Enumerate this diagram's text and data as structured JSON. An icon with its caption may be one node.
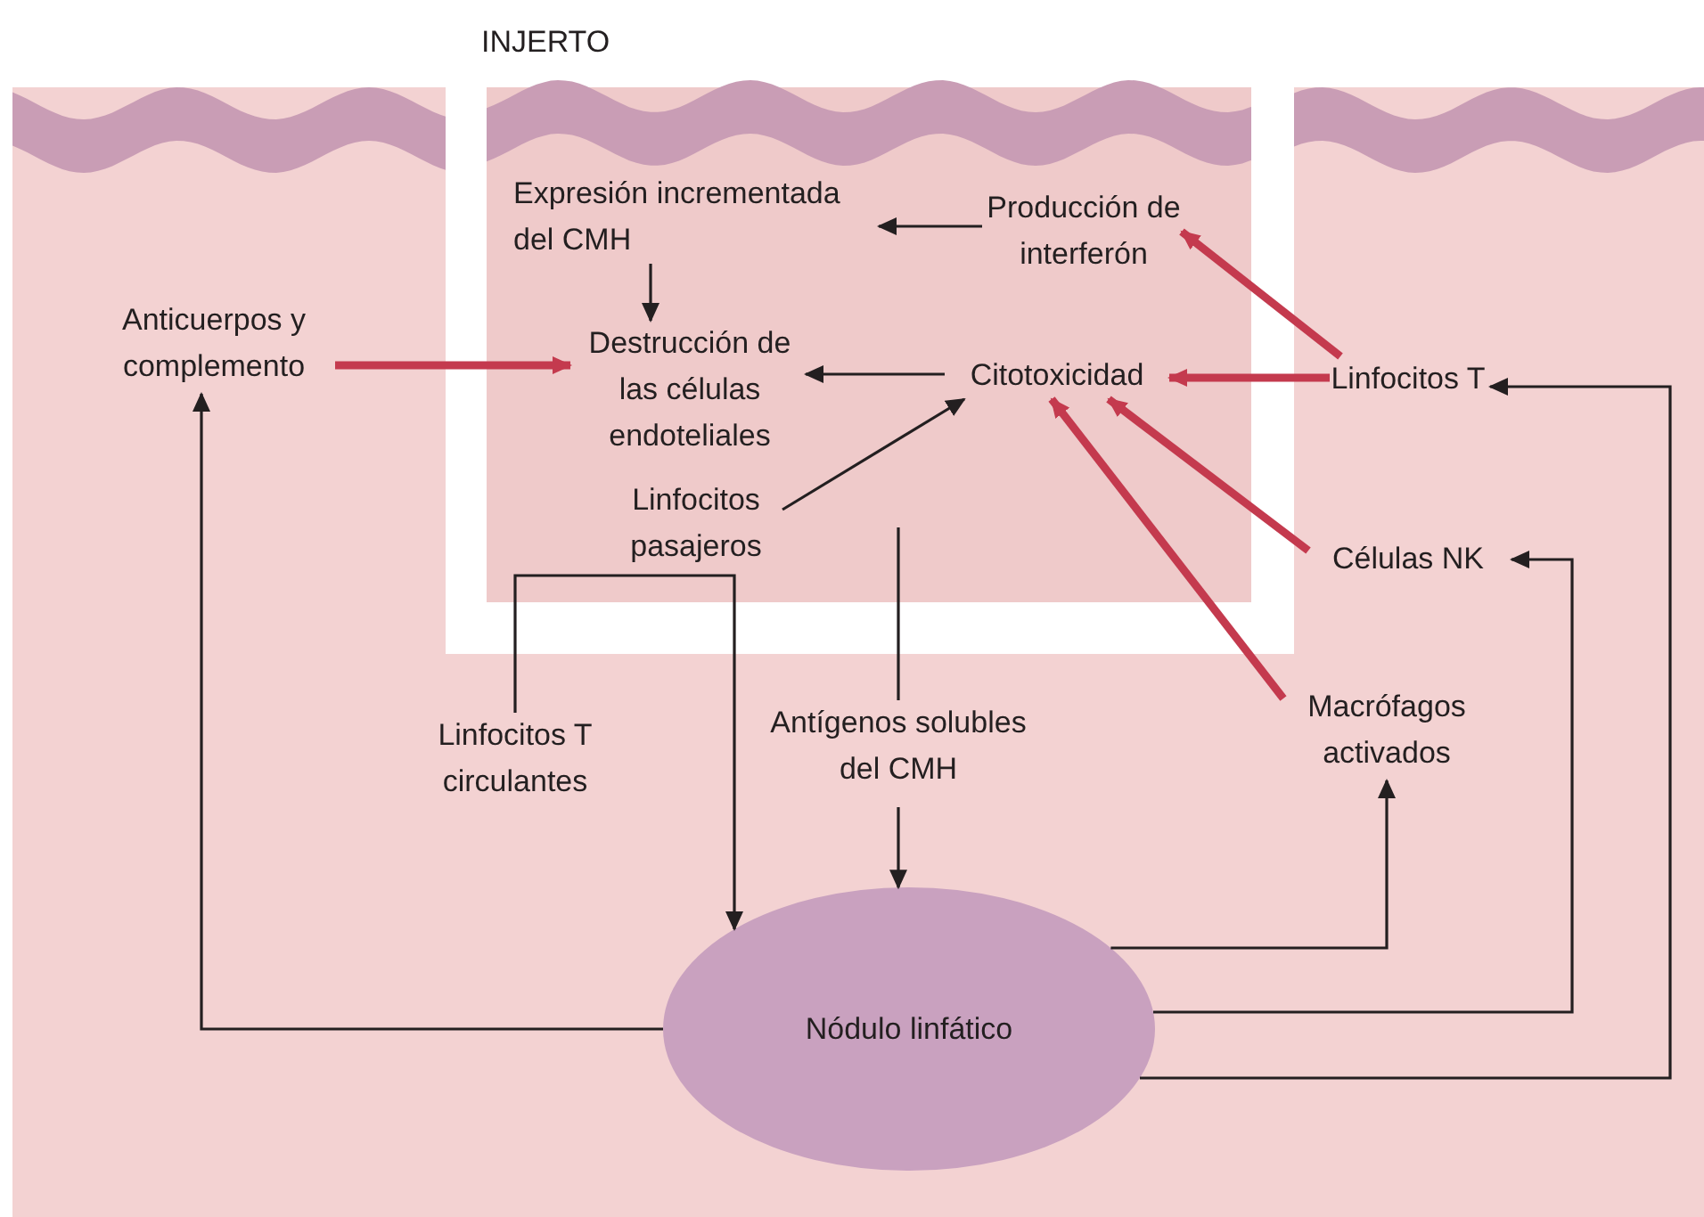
{
  "diagram": {
    "nodes": [
      {
        "text": [
          "Expresión incrementada del CMH"
        ]
      },
      {
        "text": [
          "Producción de interferón"
        ]
      },
      {
        "text": [
          "Anticuerpos y complemento"
        ]
      },
      {
        "text": [
          "Destrucción de las células endoteliales"
        ]
      },
      {
        "text": [
          "Citotoxicidad"
        ]
      },
      {
        "text": [
          "Linfocitos T"
        ]
      },
      {
        "text": [
          "Linfocitos pasajeros"
        ]
      },
      {
        "text": [
          "Células NK"
        ]
      },
      {
        "text": [
          "Linfocitos T circulantes"
        ]
      },
      {
        "text": [
          "Antígenos solubles del CMH"
        ]
      },
      {
        "text": [
          "Macrófagos activados"
        ]
      },
      {
        "text": [
          "Nódulo linfático"
        ]
      }
    ],
    "edges": [
      {
        "from": 1,
        "to": 0,
        "arrow": "to"
      },
      {
        "from": 0,
        "to": 3,
        "arrow": "to"
      },
      {
        "from": 2,
        "to": 3,
        "arrow": "to",
        "style": "thick",
        "color": "#c43a4e"
      },
      {
        "from": 4,
        "to": 3,
        "arrow": "to"
      },
      {
        "from": 5,
        "to": 1,
        "arrow": "to",
        "style": "thick",
        "color": "#c43a4e"
      },
      {
        "from": 5,
        "to": 4,
        "arrow": "to",
        "style": "thick",
        "color": "#c43a4e"
      },
      {
        "from": 6,
        "to": 4,
        "arrow": "to"
      },
      {
        "from": 7,
        "to": 4,
        "arrow": "to",
        "style": "thick",
        "color": "#c43a4e"
      },
      {
        "from": 10,
        "to": 4,
        "arrow": "to",
        "style": "thick",
        "color": "#c43a4e"
      },
      {
        "from": 8,
        "to": 11,
        "arrow": "to"
      },
      {
        "from": null,
        "to": 9,
        "arrow": "none"
      },
      {
        "from": 9,
        "to": 11,
        "arrow": "to"
      },
      {
        "from": 11,
        "to": 2,
        "arrow": "to"
      },
      {
        "from": 11,
        "to": 10,
        "arrow": "to"
      },
      {
        "from": 11,
        "to": 7,
        "arrow": "to"
      },
      {
        "from": 11,
        "to": 5,
        "arrow": "to"
      }
    ],
    "labels": [
      "INJERTO"
    ]
  }
}
